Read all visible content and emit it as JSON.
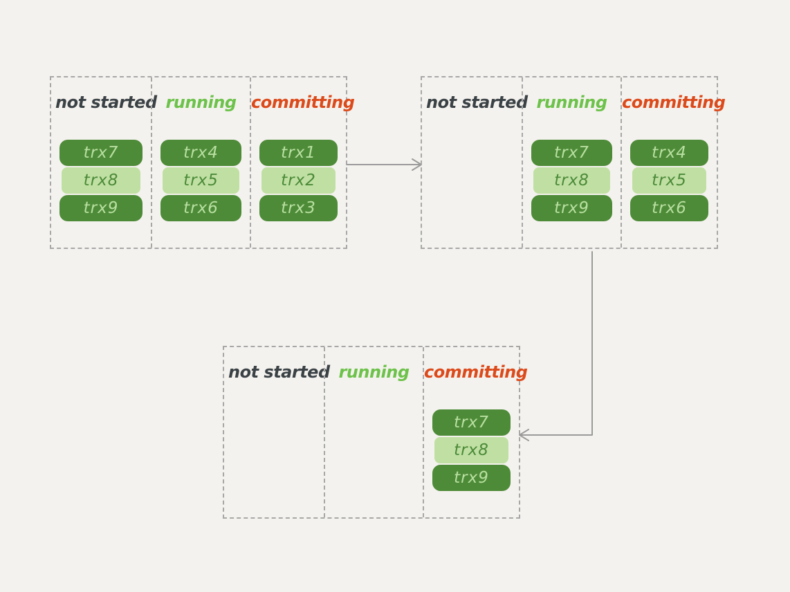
{
  "stage_labels": {
    "not_started": "not started",
    "running": "running",
    "committing": "committing"
  },
  "colors": {
    "background": "#f4f2ee",
    "not_started": "#3b4246",
    "running": "#6cc24a",
    "committing": "#dc4a1b",
    "trx_dark": "#4e8b38",
    "trx_light": "#c0e0a3",
    "arrow": "#9a9a9a"
  },
  "snapshots": [
    {
      "not_started": [
        "trx7",
        "trx8",
        "trx9"
      ],
      "running": [
        "trx4",
        "trx5",
        "trx6"
      ],
      "committing": [
        "trx1",
        "trx2",
        "trx3"
      ]
    },
    {
      "not_started": [],
      "running": [
        "trx7",
        "trx8",
        "trx9"
      ],
      "committing": [
        "trx4",
        "trx5",
        "trx6"
      ]
    },
    {
      "not_started": [],
      "running": [],
      "committing": [
        "trx7",
        "trx8",
        "trx9"
      ]
    }
  ]
}
